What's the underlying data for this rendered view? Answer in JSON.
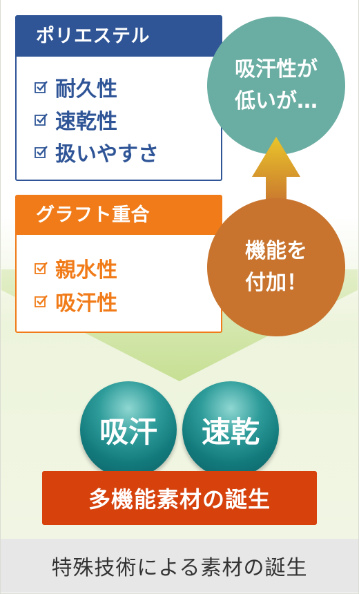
{
  "polyester": {
    "title": "ポリエステル",
    "items": [
      "耐久性",
      "速乾性",
      "扱いやすさ"
    ],
    "color": "#2f5597"
  },
  "graft": {
    "title": "グラフト重合",
    "items": [
      "親水性",
      "吸汗性"
    ],
    "color": "#f07b18"
  },
  "teal_circle": {
    "line1": "吸汗性が",
    "line2": "低いが…",
    "color": "#6aada2"
  },
  "orange_circle": {
    "line1": "機能を",
    "line2": "付加！",
    "color": "#c8742e"
  },
  "balls": [
    "吸汗",
    "速乾"
  ],
  "banner": {
    "text": "多機能素材の誕生",
    "color": "#d6410c"
  },
  "footer": {
    "text": "特殊技術による素材の誕生"
  },
  "icons": {
    "check": "checkbox-check-icon",
    "arrow": "up-arrow-icon"
  },
  "colors": {
    "band_green": "#c9e29a"
  }
}
